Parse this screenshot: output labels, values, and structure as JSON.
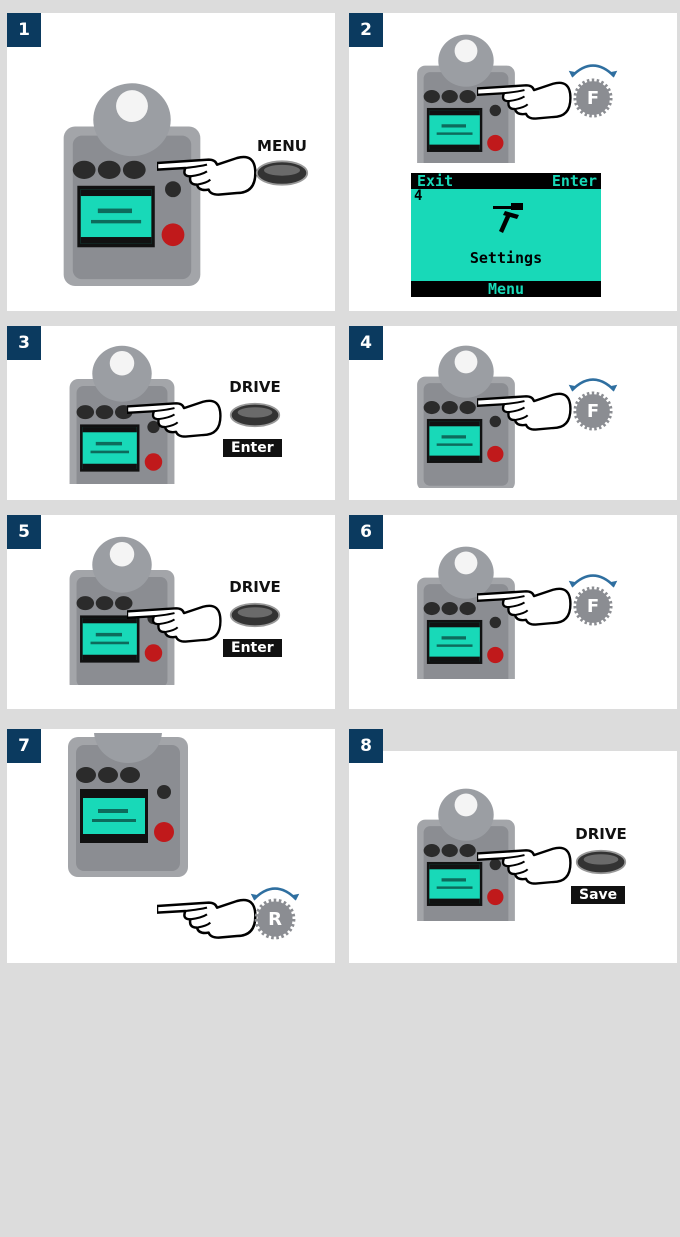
{
  "steps": [
    {
      "number": "1",
      "button_label": "MENU"
    },
    {
      "number": "2",
      "dial_letter": "F",
      "screen": {
        "left_softkey": "Exit",
        "right_softkey": "Enter",
        "item_number": "4",
        "title": "Settings",
        "menu_label": "Menu"
      }
    },
    {
      "number": "3",
      "button_label": "DRIVE",
      "action_tag": "Enter"
    },
    {
      "number": "4",
      "dial_letter": "F"
    },
    {
      "number": "5",
      "button_label": "DRIVE",
      "action_tag": "Enter"
    },
    {
      "number": "6",
      "dial_letter": "F"
    },
    {
      "number": "7",
      "dial_letter": "R"
    },
    {
      "number": "8",
      "button_label": "DRIVE",
      "action_tag": "Save"
    }
  ],
  "colors": {
    "badge": "#0b3a5f",
    "lcd": "#18d9b8",
    "camera_body": "#8f9196",
    "button": "#555",
    "dial_arrow": "#2f6fa0"
  }
}
